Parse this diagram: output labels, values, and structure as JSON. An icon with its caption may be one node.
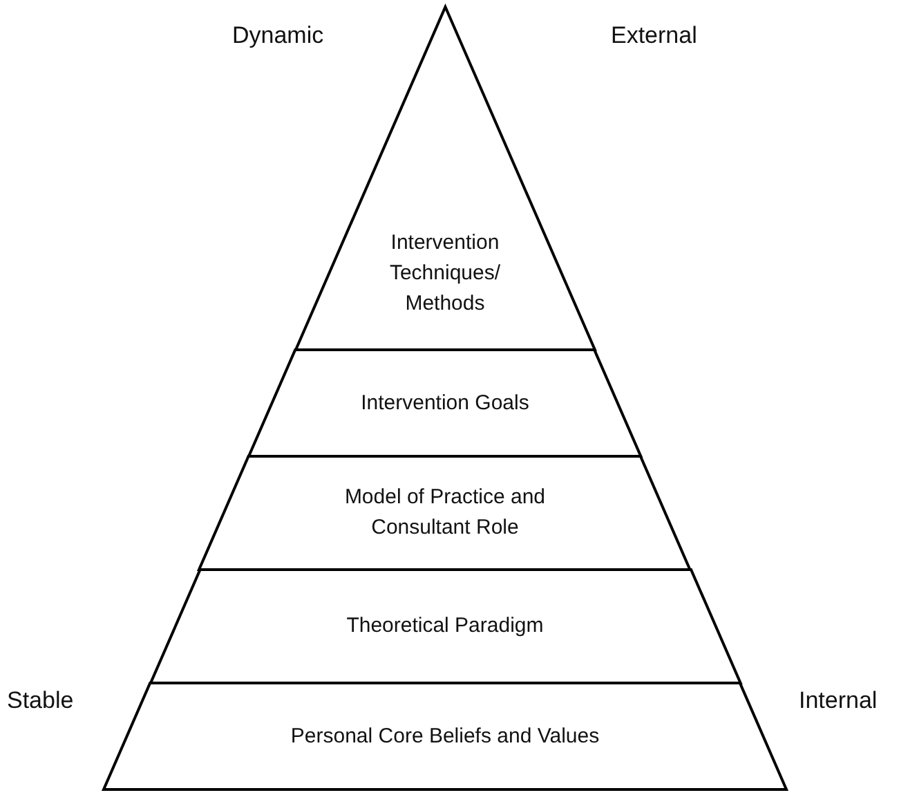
{
  "diagram": {
    "nodes": [
      {
        "text": [
          "Intervention Techniques/ Methods"
        ]
      },
      {
        "text": [
          "Intervention Goals"
        ]
      },
      {
        "text": [
          "Model of Practice and Consultant Role"
        ]
      },
      {
        "text": [
          "Theoretical Paradigm"
        ]
      },
      {
        "text": [
          "Personal Core Beliefs and Values"
        ]
      }
    ],
    "edges": [],
    "labels": [
      "Dynamic",
      "External",
      "Stable",
      "Internal"
    ]
  }
}
